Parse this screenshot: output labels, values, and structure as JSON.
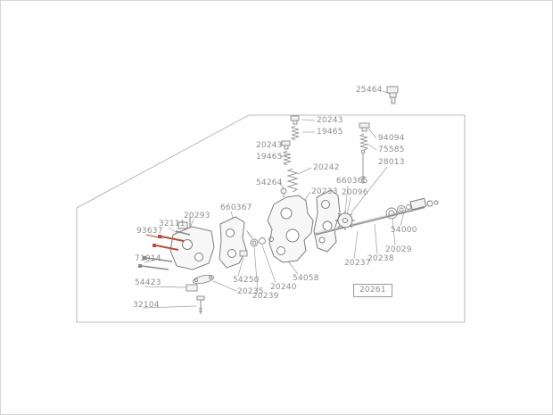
{
  "diagram": {
    "type": "exploded-parts-diagram",
    "colors": {
      "label": "#8f8f8f",
      "line": "#9a9a9a",
      "part_stroke": "#8a8a8a",
      "highlight_red": "#b0503f"
    },
    "labels": [
      {
        "text": "25464"
      },
      {
        "text": "20243"
      },
      {
        "text": "19465"
      },
      {
        "text": "94094"
      },
      {
        "text": "75585"
      },
      {
        "text": "28013"
      },
      {
        "text": "20243"
      },
      {
        "text": "19465"
      },
      {
        "text": "20242"
      },
      {
        "text": "54264"
      },
      {
        "text": "660365"
      },
      {
        "text": "20233"
      },
      {
        "text": "20096"
      },
      {
        "text": "660367"
      },
      {
        "text": "20293"
      },
      {
        "text": "32111"
      },
      {
        "text": "93637"
      },
      {
        "text": "71014"
      },
      {
        "text": "54423"
      },
      {
        "text": "32104"
      },
      {
        "text": "54250"
      },
      {
        "text": "20235"
      },
      {
        "text": "20239"
      },
      {
        "text": "20240"
      },
      {
        "text": "54058"
      },
      {
        "text": "20237"
      },
      {
        "text": "20238"
      },
      {
        "text": "20029"
      },
      {
        "text": "54000"
      },
      {
        "text": "20261"
      }
    ]
  }
}
